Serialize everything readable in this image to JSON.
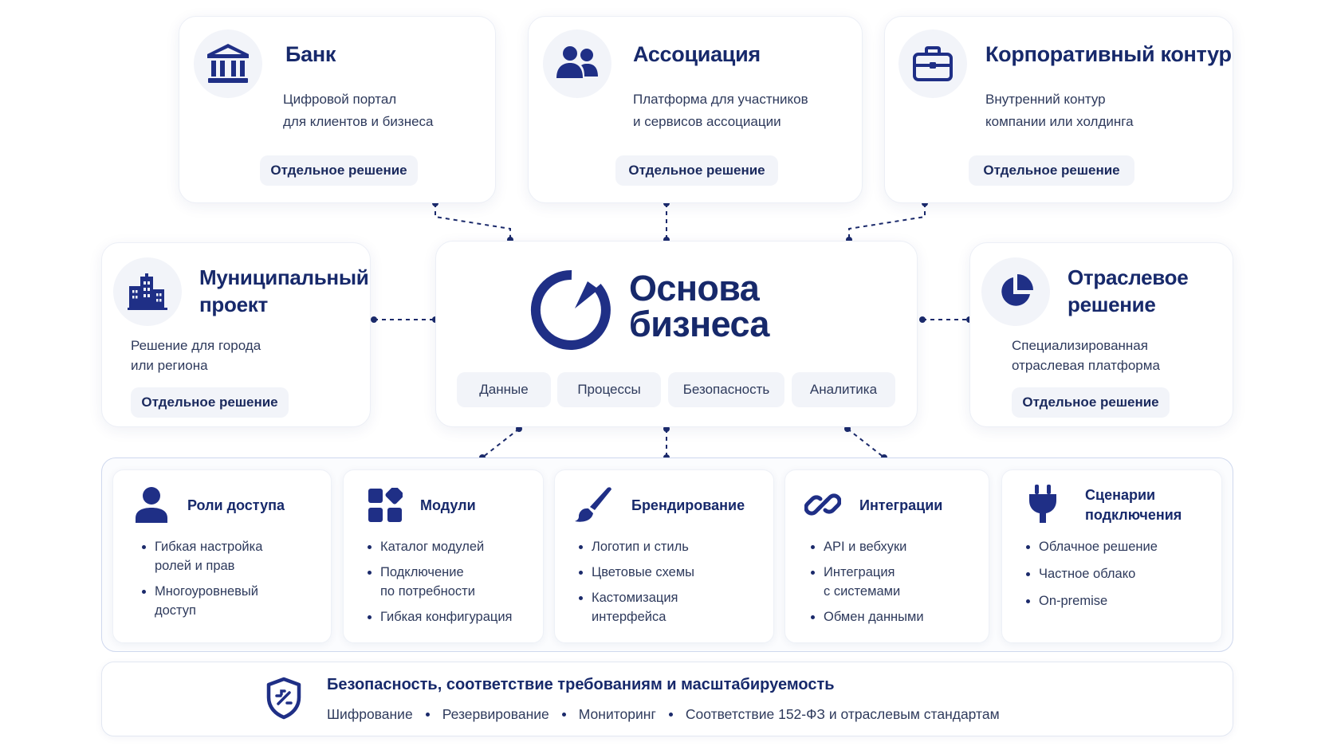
{
  "colors": {
    "navy": "#17296b",
    "icon": "#1f2f86",
    "pill_bg": "#f2f4f9",
    "frame": "#cfd8ee",
    "connector": "#1b2a6b"
  },
  "top_cards": [
    {
      "icon": "bank-icon",
      "title": "Банк",
      "desc_lines": [
        "Цифровой портал",
        "для клиентов и бизнеса"
      ],
      "pill": "Отдельное решение"
    },
    {
      "icon": "users-icon",
      "title": "Ассоциация",
      "desc_lines": [
        "Платформа для участников",
        "и сервисов ассоциации"
      ],
      "pill": "Отдельное решение"
    },
    {
      "icon": "briefcase-icon",
      "title": "Корпоративный контур",
      "desc_lines": [
        "Внутренний контур",
        "компании или холдинга"
      ],
      "pill": "Отдельное решение"
    }
  ],
  "side_cards": [
    {
      "icon": "city-buildings-icon",
      "title_lines": [
        "Муниципальный",
        "проект"
      ],
      "desc_lines": [
        "Решение для города",
        "или региона"
      ],
      "pill": "Отдельное решение"
    },
    {
      "icon": "pie-chart-icon",
      "title_lines": [
        "Отраслевое",
        "решение"
      ],
      "desc_lines": [
        "Специализированная",
        "отраслевая платформа"
      ],
      "pill": "Отдельное решение"
    }
  ],
  "center": {
    "logo_lines": [
      "Основа",
      "бизнеса"
    ],
    "tags": [
      "Данные",
      "Процессы",
      "Безопасность",
      "Аналитика"
    ]
  },
  "features": [
    {
      "icon": "user-icon",
      "title_lines": [
        "Роли доступа"
      ],
      "items": [
        [
          "Гибкая настройка",
          "ролей и прав"
        ],
        [
          "Многоуровневый",
          "доступ"
        ]
      ]
    },
    {
      "icon": "modules-grid-icon",
      "title_lines": [
        "Модули"
      ],
      "items": [
        [
          "Каталог модулей"
        ],
        [
          "Подключение",
          "по потребности"
        ],
        [
          "Гибкая конфигурация"
        ]
      ]
    },
    {
      "icon": "paintbrush-icon",
      "title_lines": [
        "Брендирование"
      ],
      "items": [
        [
          "Логотип и стиль"
        ],
        [
          "Цветовые схемы"
        ],
        [
          "Кастомизация",
          "интерфейса"
        ]
      ]
    },
    {
      "icon": "link-icon",
      "title_lines": [
        "Интеграции"
      ],
      "items": [
        [
          "API и вебхуки"
        ],
        [
          "Интеграция",
          "с системами"
        ],
        [
          "Обмен данными"
        ]
      ]
    },
    {
      "icon": "plug-icon",
      "title_lines": [
        "Сценарии",
        "подключения"
      ],
      "items": [
        [
          "Облачное решение"
        ],
        [
          "Частное облако"
        ],
        [
          "On-premise"
        ]
      ]
    }
  ],
  "security": {
    "icon": "shield-percent-icon",
    "title": "Безопасность, соответствие требованиям и масштабируемость",
    "items": [
      "Шифрование",
      "Резервирование",
      "Мониторинг",
      "Соответствие 152-ФЗ и отраслевым стандартам"
    ]
  }
}
